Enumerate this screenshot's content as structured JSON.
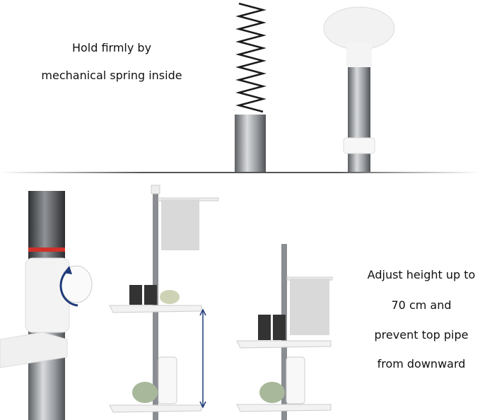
{
  "top_caption": {
    "line1": "Hold firmly by",
    "line2": "mechanical spring inside"
  },
  "side_caption": {
    "line1": "Adjust height up to",
    "line2": "70 cm and",
    "line3": "prevent top pipe",
    "line4": "from downward"
  },
  "colors": {
    "pipe": "#8a8d91",
    "arrow": "#1f3a7a",
    "accent_ring": "#d0302a"
  }
}
